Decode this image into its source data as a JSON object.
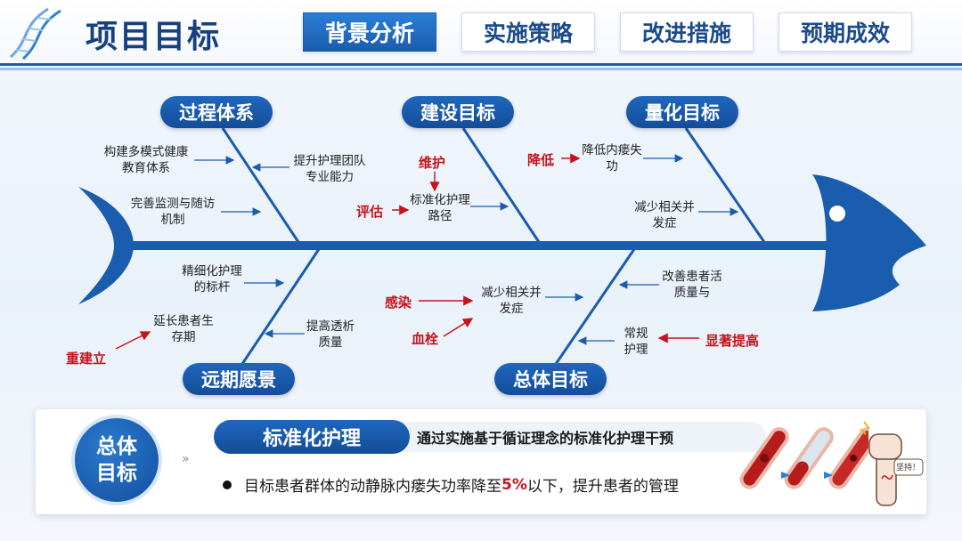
{
  "header": {
    "title": "项目目标",
    "tabs": [
      {
        "label": "背景分析",
        "active": true
      },
      {
        "label": "实施策略",
        "active": false
      },
      {
        "label": "改进措施",
        "active": false
      },
      {
        "label": "预期成效",
        "active": false
      }
    ]
  },
  "fishbone": {
    "top_categories": [
      "过程体系",
      "建设目标",
      "量化目标"
    ],
    "bottom_categories": [
      "远期愿景",
      "总体目标"
    ],
    "process": [
      "构建多模式健康教育体系",
      "提升护理团队专业能力",
      "完善监测与随访机制"
    ],
    "build": {
      "center": "标准化护理路径",
      "cause_top": "维护",
      "cause_left": "评估"
    },
    "quant": {
      "item1": "降低内瘘失功",
      "cause1": "降低",
      "item2": "减少相关并发症"
    },
    "vision": {
      "item1": "精细化护理的标杆",
      "item2": "延长患者生存期",
      "item3": "提高透析质量",
      "cause": "重建立"
    },
    "overall": {
      "center": "减少相关并发症",
      "cause1": "感染",
      "cause2": "血栓",
      "item1": "改善患者活质量与",
      "item2": "常规护理",
      "cause3": "显著提高"
    }
  },
  "summary": {
    "circle_line1": "总体",
    "circle_line2": "目标",
    "chevrons": "»",
    "std_title": "标准化护理",
    "std_text": "通过实施基于循证理念的标准化护理干预",
    "goal_prefix": "目标患者群体的动静脉内瘘失功率降至",
    "goal_pct": "5%",
    "goal_suffix": "以下，提升患者的管理",
    "bubble": "坚持！"
  },
  "colors": {
    "primary": "#1a5cad",
    "accent_red": "#c8121c"
  }
}
